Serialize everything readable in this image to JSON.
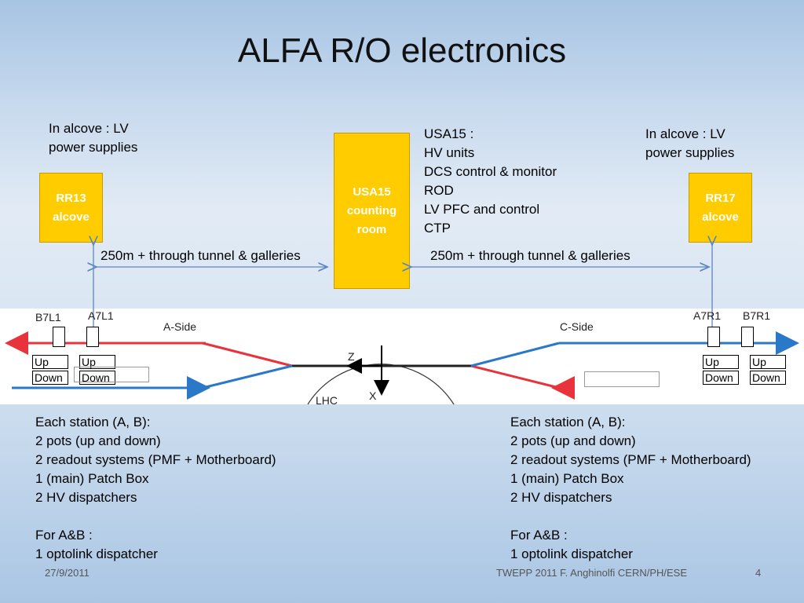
{
  "title": "ALFA R/O electronics",
  "left_alcove_note": [
    "In alcove : LV",
    "power supplies"
  ],
  "right_alcove_note": [
    "In alcove : LV",
    "power supplies"
  ],
  "usa15_note": [
    "USA15 :",
    "HV units",
    "DCS control & monitor",
    "ROD",
    "LV PFC and control",
    "CTP"
  ],
  "rr13_box": [
    "RR13",
    "alcove"
  ],
  "usa15_box": [
    "USA15",
    "counting",
    "room"
  ],
  "rr17_box": [
    "RR17",
    "alcove"
  ],
  "left_link_label": "250m + through tunnel & galleries",
  "right_link_label": "250m + through tunnel & galleries",
  "diagram": {
    "station_labels": {
      "b7l1": "B7L1",
      "a7l1": "A7L1",
      "a7r1": "A7R1",
      "b7r1": "B7R1"
    },
    "side_labels": {
      "a_side": "A-Side",
      "c_side": "C-Side"
    },
    "axis_labels": {
      "z": "Z",
      "x": "X",
      "lhc": "LHC"
    },
    "pot_labels": {
      "up": "Up",
      "down": "Down"
    },
    "colors": {
      "beam_red": "#e8323c",
      "beam_blue": "#2a78c8",
      "link_arrow": "#5b86c2"
    }
  },
  "left_station_text": [
    "Each station (A, B):",
    "2 pots (up and down)",
    "2 readout systems (PMF + Motherboard)",
    "1 (main) Patch Box",
    "2 HV dispatchers",
    "",
    "For A&B :",
    "1 optolink dispatcher"
  ],
  "right_station_text": [
    "Each station (A, B):",
    "2 pots (up and down)",
    "2 readout systems (PMF + Motherboard)",
    "1 (main) Patch Box",
    "2 HV dispatchers",
    "",
    "For A&B :",
    "1 optolink dispatcher"
  ],
  "footer": {
    "date": "27/9/2011",
    "credit": "TWEPP 2011 F. Anghinolfi CERN/PH/ESE",
    "page": "4"
  },
  "colors": {
    "box_fill": "#ffcc00"
  }
}
